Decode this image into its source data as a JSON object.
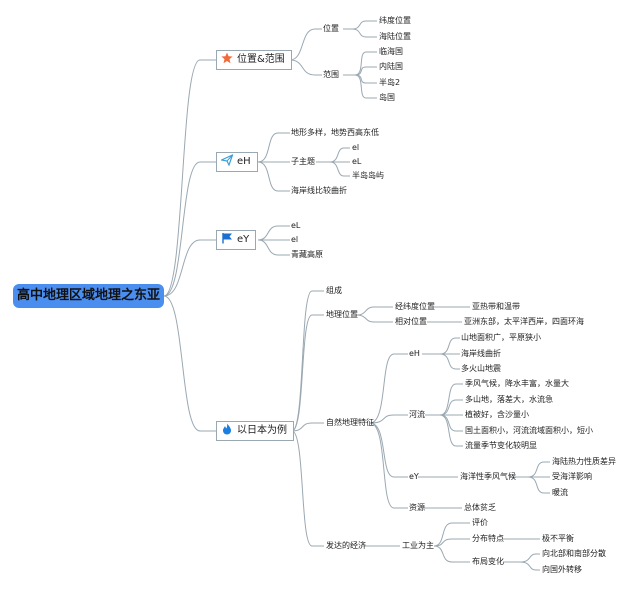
{
  "root": "高中地理区域地理之东亚",
  "icons": {
    "position": "star-icon",
    "eh": "paper-plane-icon",
    "ey": "flag-icon",
    "japan": "flame-icon"
  },
  "colors": {
    "root_bg": "#4a8ef0",
    "line": "#9aa8b2",
    "star": "#f06a3c",
    "plane": "#3aa0d8",
    "flag": "#1a6fd0",
    "flame": "#1a7fe0"
  },
  "b1": {
    "label": "位置&范围",
    "pos": "位置",
    "pos_a": "纬度位置",
    "pos_b": "海陆位置",
    "range": "范围",
    "r1": "临海国",
    "r2": "内陆国",
    "r3": "半岛2",
    "r4": "岛国"
  },
  "b2": {
    "label": "eH",
    "a": "地形多样，地势西高东低",
    "sub": "子主题",
    "s1": "el",
    "s2": "eL",
    "s3": "半岛岛屿",
    "c": "海岸线比较曲折"
  },
  "b3": {
    "label": "eY",
    "a": "eL",
    "b": "el",
    "c": "青藏高原"
  },
  "b4": {
    "label": "以日本为例",
    "comp": "组成",
    "geo": "地理位置",
    "lat": "经纬度位置",
    "lat_v": "亚热带和温带",
    "rel": "相对位置",
    "rel_v": "亚洲东部，太平洋西岸，四面环海",
    "nat": "自然地理特征",
    "eh": "eH",
    "eh1": "山地面积广，平原狭小",
    "eh2": "海岸线曲折",
    "eh3": "多火山地震",
    "river": "河流",
    "rv1": "季风气候，降水丰富，水量大",
    "rv2": "多山地，落差大，水流急",
    "rv3": "植被好，含沙量小",
    "rv4": "国土面积小，河流流域面积小，短小",
    "rv5": "流量季节变化较明显",
    "ey": "eY",
    "ey_a": "海洋性季风气候",
    "ey1": "海陆热力性质差异",
    "ey2": "受海洋影响",
    "ey3": "暖流",
    "res": "资源",
    "res_v": "总体贫乏",
    "econ": "发达的经济",
    "ind": "工业为主",
    "eval": "评价",
    "dist": "分布特点",
    "dist_v": "极不平衡",
    "layout": "布局变化",
    "lay1": "向北部和南部分散",
    "lay2": "向国外转移"
  }
}
